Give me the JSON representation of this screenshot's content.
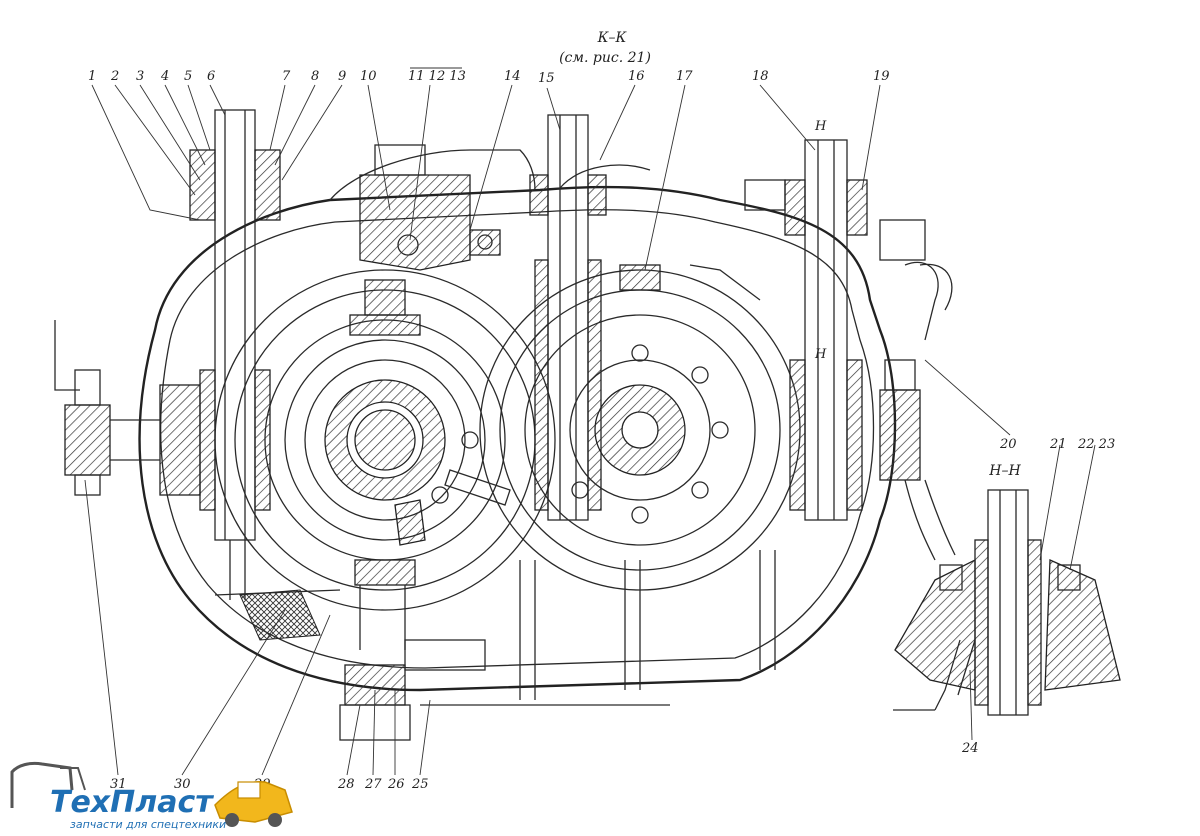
{
  "section_title": {
    "line1": "К–К",
    "line2": "(см. рис. 21)"
  },
  "inset": {
    "title": "Н–Н",
    "marker_n": "Н"
  },
  "callouts": {
    "n1": "1",
    "n2": "2",
    "n3": "3",
    "n4": "4",
    "n5": "5",
    "n6": "6",
    "n7": "7",
    "n8": "8",
    "n9": "9",
    "n10": "10",
    "n11_13": "11 12 13",
    "n14": "14",
    "n15": "15",
    "n16": "16",
    "n17": "17",
    "n18": "18",
    "n19": "19",
    "n20": "20",
    "n21": "21",
    "n22_23": "22 23",
    "n24": "24",
    "n25": "25",
    "n26": "26",
    "n27": "27",
    "n28": "28",
    "n29": "29",
    "n30": "30",
    "n31": "31"
  },
  "logo": {
    "brand": "ТехПласт",
    "tagline": "запчасти для спецтехники",
    "color": "#1f6fb4",
    "accent": "#f2b71c",
    "icon": "excavator-icon"
  }
}
